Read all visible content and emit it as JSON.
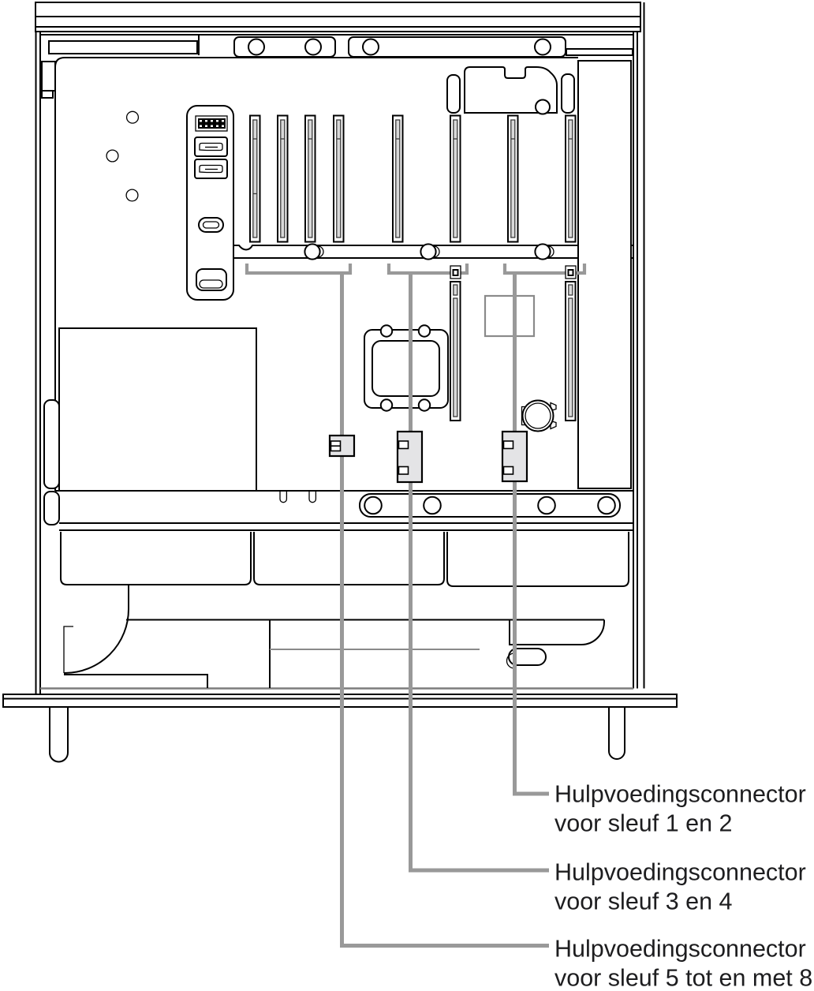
{
  "diagram": {
    "kind": "technical-illustration",
    "subject": "computer-side-view-open-case"
  },
  "colors": {
    "line": "#000000",
    "leader-gray": "#999999",
    "slot-fill": "#d9d9d9",
    "slot-stroke": "#3a3a3a",
    "connector-fill": "#e4e4e6",
    "outline-gray": "#8a8a8a",
    "bottom-gray": "#7d7d7d",
    "text": "#1d1d1f",
    "background": "#ffffff"
  },
  "callouts": [
    {
      "line1": "Hulpvoedingsconnector",
      "line2": "voor sleuf 1 en 2"
    },
    {
      "line1": "Hulpvoedingsconnector",
      "line2": "voor sleuf 3 en 4"
    },
    {
      "line1": "Hulpvoedingsconnector",
      "line2": "voor sleuf 5 tot en met 8"
    }
  ]
}
